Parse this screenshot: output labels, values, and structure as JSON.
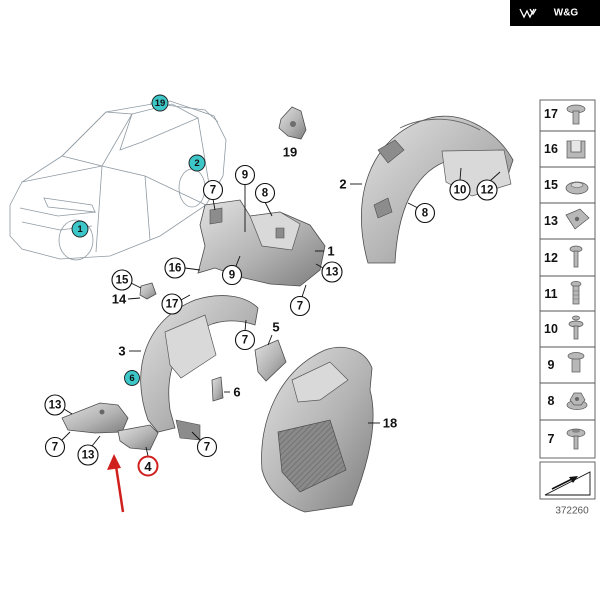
{
  "brand": {
    "logo_text": "W&G"
  },
  "colors": {
    "header_black": "#000000",
    "marker_teal": "#3cc6c8",
    "highlight_red": "#d0201e",
    "part_grey": "#b5b5b5"
  },
  "vehicle_markers": [
    "19",
    "2",
    "1"
  ],
  "part_labels": [
    "19",
    "2",
    "1",
    "14",
    "3",
    "5",
    "6",
    "18"
  ],
  "circled_labels": [
    "7",
    "9",
    "8",
    "8",
    "10",
    "12",
    "16",
    "9",
    "13",
    "15",
    "17",
    "7",
    "7",
    "13",
    "7",
    "13",
    "7"
  ],
  "highlighted_label": "4",
  "marker_on_part": "6",
  "fastener_legend": [
    "17",
    "16",
    "15",
    "13",
    "12",
    "11",
    "10",
    "9",
    "8",
    "7"
  ],
  "diagram_number": "372260"
}
